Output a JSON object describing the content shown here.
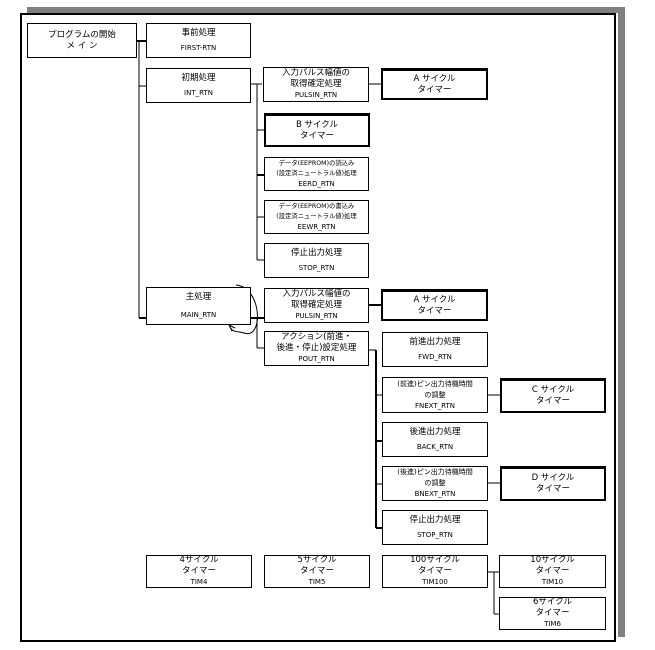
{
  "diagram": {
    "main": {
      "line1": "プログラムの開始",
      "line2": "メ イ ン"
    },
    "first": {
      "title": "事前処理",
      "code": "FIRST-RTN"
    },
    "init": {
      "title": "初期処理",
      "code": "INT_RTN"
    },
    "init_pulsin": {
      "line1": "入力パルス幅値の",
      "line2": "取得確定処理",
      "code": "PULSIN_RTN"
    },
    "init_a_timer": {
      "line1": "A サイクル",
      "line2": "タイマー"
    },
    "b_timer": {
      "line1": "B サイクル",
      "line2": "タイマー"
    },
    "eerd": {
      "line1": "データ(EEPROM)の読込み",
      "line2": "(設定済ニュートラル値)処理",
      "code": "EERD_RTN"
    },
    "eewr": {
      "line1": "データ(EEPROM)の書込み",
      "line2": "(設定済ニュートラル値)処理",
      "code": "EEWR_RTN"
    },
    "init_stop": {
      "title": "停止出力処理",
      "code": "STOP_RTN"
    },
    "mainproc": {
      "title": "主処理",
      "code": "MAIN_RTN"
    },
    "main_pulsin": {
      "line1": "入力パルス幅値の",
      "line2": "取得確定処理",
      "code": "PULSIN_RTN"
    },
    "main_a_timer": {
      "line1": "A サイクル",
      "line2": "タイマー"
    },
    "pout": {
      "line1": "アクション(前進・",
      "line2": "後進・停止)設定処理",
      "code": "POUT_RTN"
    },
    "fwd": {
      "title": "前進出力処理",
      "code": "FWD_RTN"
    },
    "fnext": {
      "line1": "(前進)ピン出力待機時間",
      "line2": "の調整",
      "code": "FNEXT_RTN"
    },
    "c_timer": {
      "line1": "C サイクル",
      "line2": "タイマー"
    },
    "back": {
      "title": "後進出力処理",
      "code": "BACK_RTN"
    },
    "bnext": {
      "line1": "(後進)ピン出力待機時間",
      "line2": "の調整",
      "code": "BNEXT_RTN"
    },
    "d_timer": {
      "line1": "D サイクル",
      "line2": "タイマー"
    },
    "main_stop": {
      "title": "停止出力処理",
      "code": "STOP_RTN"
    },
    "tim4": {
      "line1": "4サイクル",
      "line2": "タイマー",
      "code": "TIM4"
    },
    "tim5": {
      "line1": "5サイクル",
      "line2": "タイマー",
      "code": "TIM5"
    },
    "tim100": {
      "line1": "100サイクル",
      "line2": "タイマー",
      "code": "TIM100"
    },
    "tim10": {
      "line1": "10サイクル",
      "line2": "タイマー",
      "code": "TIM10"
    },
    "tim6": {
      "line1": "6サイクル",
      "line2": "タイマー",
      "code": "TIM6"
    }
  }
}
